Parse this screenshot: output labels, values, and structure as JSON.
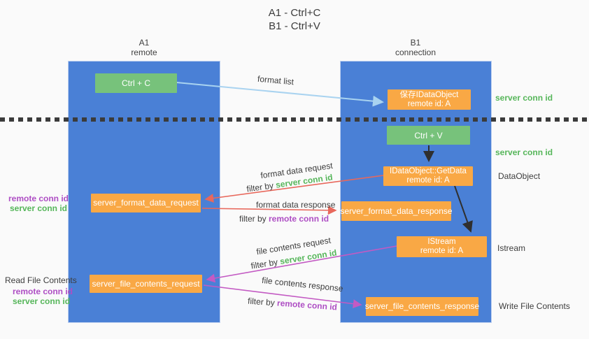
{
  "title": {
    "line1": "A1 - Ctrl+C",
    "line2": "B1 - Ctrl+V"
  },
  "lanes": {
    "left": {
      "header_line1": "A1",
      "header_line2": "remote"
    },
    "right": {
      "header_line1": "B1",
      "header_line2": "connection"
    }
  },
  "boxes": {
    "ctrl_c": "Ctrl + C",
    "save_idataobject_line1": "保存IDataObject",
    "save_idataobject_line2": "remote id: A",
    "ctrl_v": "Ctrl + V",
    "getdata_line1": "IDataObject::GetData",
    "getdata_line2": "remote id: A",
    "format_request": "server_format_data_request",
    "format_response": "server_format_data_response",
    "istream_line1": "IStream",
    "istream_line2": "remote id: A",
    "file_request": "server_file_contents_request",
    "file_response": "server_file_contents_response"
  },
  "flow_labels": {
    "format_list": "format list",
    "format_data_request": "format data request",
    "format_data_response": "format data response",
    "file_contents_request": "file contents request",
    "file_contents_response": "file contents response",
    "filter_by": "filter by ",
    "server_conn_id": "server conn id",
    "remote_conn_id": "remote conn id"
  },
  "side_labels": {
    "server_conn_id_top": "server conn id",
    "server_conn_id_mid": "server conn id",
    "dataobject": "DataObject",
    "istream": "Istream",
    "write_file_contents": "Write File Contents",
    "read_file_contents": "Read File Contents",
    "remote_conn_id_format": "remote conn id",
    "server_conn_id_format": "server conn id",
    "remote_conn_id_file": "remote conn id",
    "server_conn_id_file": "server conn id"
  },
  "colors": {
    "lane_blue": "#4a80d6",
    "node_green": "#77c27b",
    "node_orange": "#f9a845",
    "arrow_lightblue": "#a9d3f0",
    "arrow_red": "#e8685c",
    "arrow_magenta": "#c35ac3",
    "arrow_black": "#2f2f2f",
    "text_green": "#56b65a",
    "text_purple": "#ae4ec4",
    "text_dark": "#3d3d3d"
  }
}
